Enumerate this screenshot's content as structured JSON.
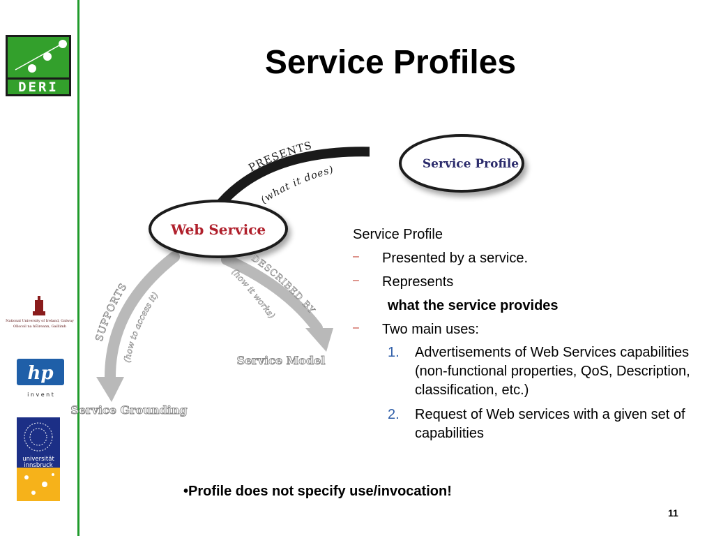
{
  "slide": {
    "title": "Service Profiles",
    "page_number": "11"
  },
  "logos": {
    "deri_text": "DERI",
    "galway_line1": "National University of Ireland, Galway",
    "galway_line2": "Ollscoil na hÉireann, Gaillimh",
    "hp_text": "hp",
    "hp_tagline": "i n v e n t",
    "ibk_line1": "universität",
    "ibk_line2": "innsbruck"
  },
  "diagram": {
    "service_profile": "Service Profile",
    "web_service": "Web Service",
    "presents": "PRESENTS",
    "what_it_does": "(what it does)",
    "supports": "SUPPORTS",
    "how_to_access": "(how to access it)",
    "described_by": "DESCRIBED BY",
    "how_it_works": "(how it works)",
    "service_model": "Service Model",
    "service_grounding": "Service Grounding"
  },
  "content": {
    "heading": "Service Profile",
    "dash": "–",
    "item1": "Presented by a service.",
    "item2": "Represents",
    "item2_bold": "what the service provides",
    "item3": "Two main uses:",
    "uses": [
      {
        "num": "1.",
        "text": "Advertisements of Web Services capabilities (non-functional properties, QoS, Description, classification, etc.)"
      },
      {
        "num": "2.",
        "text": "Request of Web services with a given set of capabilities"
      }
    ]
  },
  "footer": {
    "note": "•Profile does not specify use/invocation!"
  },
  "colors": {
    "green_rule": "#1f9a2b",
    "deri_green": "#2e8b2e",
    "profile_text": "#2b2b6b",
    "web_service_text": "#b0202c",
    "number_blue": "#2f5ea8",
    "dash_red": "#c0392b"
  }
}
